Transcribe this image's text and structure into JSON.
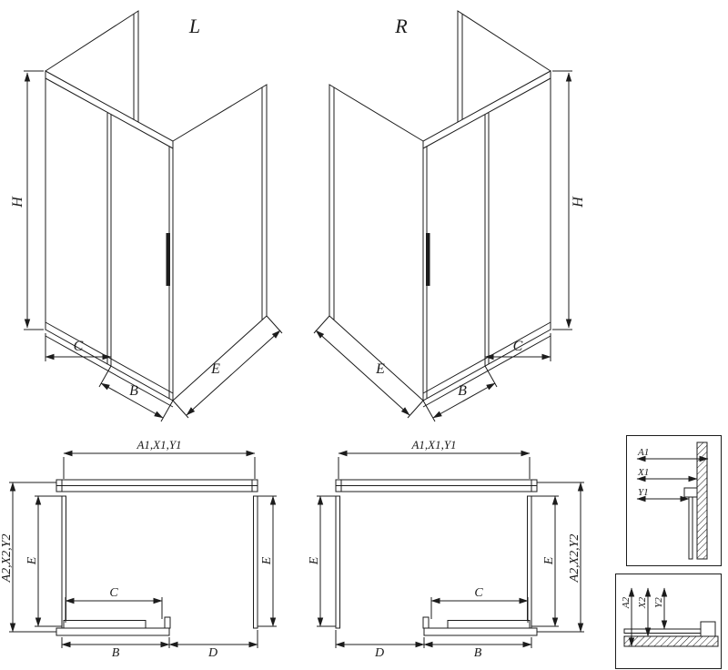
{
  "sheet": {
    "background": "#ffffff",
    "line_color": "#1c1c1c"
  },
  "iso_left": {
    "title": "L",
    "dim_height": "H",
    "dim_c": "C",
    "dim_b": "B",
    "dim_e": "E"
  },
  "iso_right": {
    "title": "R",
    "dim_height": "H",
    "dim_c": "C",
    "dim_b": "B",
    "dim_e": "E"
  },
  "plan_left": {
    "dim_width_top": "A1,X1,Y1",
    "dim_depth_outer": "A2,X2,Y2",
    "dim_depth_inner_left": "E",
    "dim_depth_right": "E",
    "dim_opening": "C",
    "dim_bottom_left": "B",
    "dim_bottom_right": "D"
  },
  "plan_right": {
    "dim_width_top": "A1,X1,Y1",
    "dim_depth_left": "E",
    "dim_opening": "C",
    "dim_depth_inner_right": "E",
    "dim_depth_outer": "A2,X2,Y2",
    "dim_bottom_left": "D",
    "dim_bottom_right": "B"
  },
  "detail_width": {
    "dim_1": "A1",
    "dim_2": "X1",
    "dim_3": "Y1"
  },
  "detail_depth": {
    "dim_1": "A2",
    "dim_2": "X2",
    "dim_3": "Y2"
  }
}
